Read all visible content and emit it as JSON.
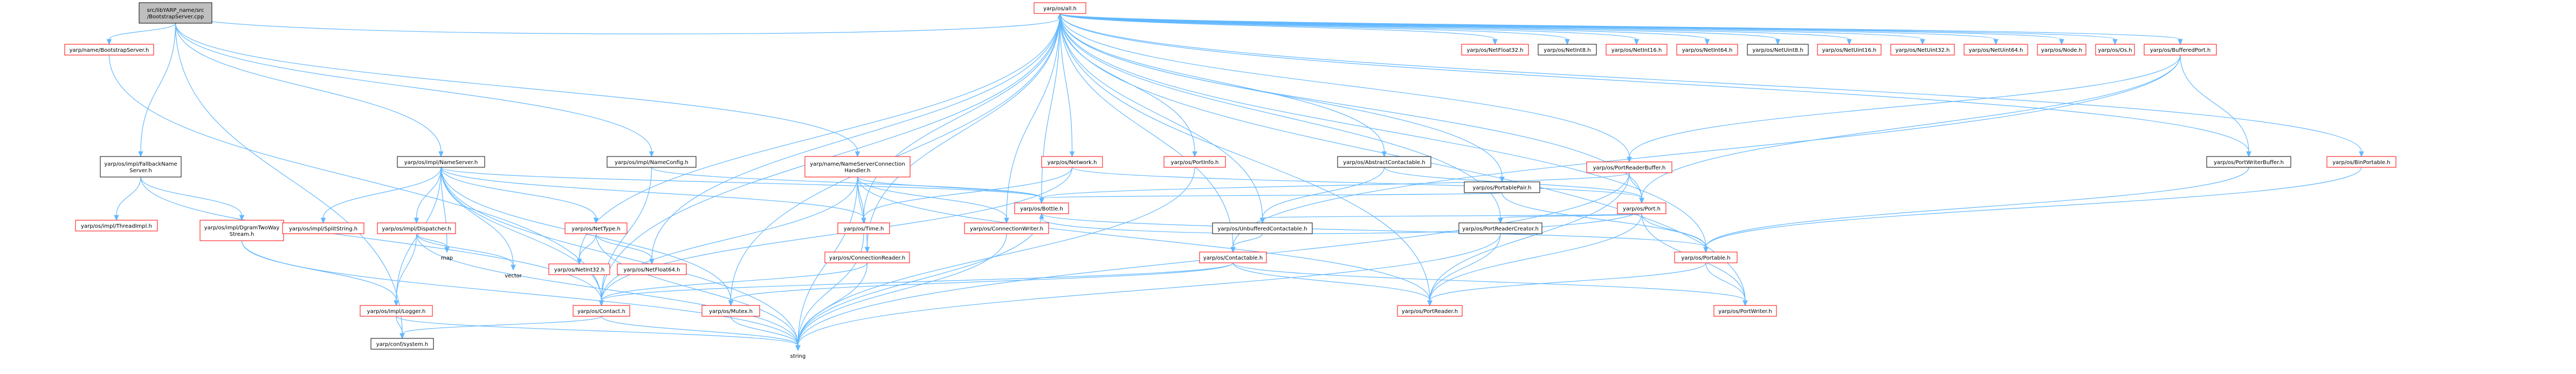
{
  "graph": {
    "nodes": [
      {
        "id": "root",
        "lines": [
          "src/libYARP_name/src",
          "/BootstrapServer.cpp"
        ],
        "style": "gray"
      },
      {
        "id": "all",
        "lines": [
          "yarp/os/all.h"
        ],
        "style": "red"
      },
      {
        "id": "bsserver",
        "lines": [
          "yarp/name/BootstrapServer.h"
        ],
        "style": "red"
      },
      {
        "id": "fallback",
        "lines": [
          "yarp/os/impl/FallbackName",
          "Server.h"
        ],
        "style": "black"
      },
      {
        "id": "nameserver",
        "lines": [
          "yarp/os/impl/NameServer.h"
        ],
        "style": "black"
      },
      {
        "id": "nameconfig",
        "lines": [
          "yarp/os/impl/NameConfig.h"
        ],
        "style": "black"
      },
      {
        "id": "nscmh",
        "lines": [
          "yarp/name/NameServerConnection",
          "Handler.h"
        ],
        "style": "red"
      },
      {
        "id": "network",
        "lines": [
          "yarp/os/Network.h"
        ],
        "style": "red"
      },
      {
        "id": "portinfo",
        "lines": [
          "yarp/os/PortInfo.h"
        ],
        "style": "red"
      },
      {
        "id": "absctb",
        "lines": [
          "yarp/os/AbstractContactable.h"
        ],
        "style": "black"
      },
      {
        "id": "netfloat32",
        "lines": [
          "yarp/os/NetFloat32.h"
        ],
        "style": "red"
      },
      {
        "id": "netint8",
        "lines": [
          "yarp/os/NetInt8.h"
        ],
        "style": "black"
      },
      {
        "id": "netint16",
        "lines": [
          "yarp/os/NetInt16.h"
        ],
        "style": "red"
      },
      {
        "id": "netint64",
        "lines": [
          "yarp/os/NetInt64.h"
        ],
        "style": "red"
      },
      {
        "id": "netuint8",
        "lines": [
          "yarp/os/NetUint8.h"
        ],
        "style": "black"
      },
      {
        "id": "netuint16",
        "lines": [
          "yarp/os/NetUint16.h"
        ],
        "style": "red"
      },
      {
        "id": "netuint32",
        "lines": [
          "yarp/os/NetUint32.h"
        ],
        "style": "red"
      },
      {
        "id": "netuint64",
        "lines": [
          "yarp/os/NetUint64.h"
        ],
        "style": "red"
      },
      {
        "id": "node",
        "lines": [
          "yarp/os/Node.h"
        ],
        "style": "red"
      },
      {
        "id": "os",
        "lines": [
          "yarp/os/Os.h"
        ],
        "style": "red"
      },
      {
        "id": "bufport",
        "lines": [
          "yarp/os/BufferedPort.h"
        ],
        "style": "red"
      },
      {
        "id": "prbuf",
        "lines": [
          "yarp/os/PortReaderBuffer.h"
        ],
        "style": "red"
      },
      {
        "id": "portablepair",
        "lines": [
          "yarp/os/PortablePair.h"
        ],
        "style": "black"
      },
      {
        "id": "port",
        "lines": [
          "yarp/os/Port.h"
        ],
        "style": "red"
      },
      {
        "id": "pwbuf",
        "lines": [
          "yarp/os/PortWriterBuffer.h"
        ],
        "style": "black"
      },
      {
        "id": "binportable",
        "lines": [
          "yarp/os/BinPortable.h"
        ],
        "style": "red"
      },
      {
        "id": "threadimpl",
        "lines": [
          "yarp/os/impl/ThreadImpl.h"
        ],
        "style": "red"
      },
      {
        "id": "dgramtw",
        "lines": [
          "yarp/os/impl/DgramTwoWay",
          "Stream.h"
        ],
        "style": "red"
      },
      {
        "id": "splitstring",
        "lines": [
          "yarp/os/impl/SplitString.h"
        ],
        "style": "red"
      },
      {
        "id": "dispatcher",
        "lines": [
          "yarp/os/impl/Dispatcher.h"
        ],
        "style": "red"
      },
      {
        "id": "nettype",
        "lines": [
          "yarp/os/NetType.h"
        ],
        "style": "red"
      },
      {
        "id": "time",
        "lines": [
          "yarp/os/Time.h"
        ],
        "style": "red"
      },
      {
        "id": "connwriter",
        "lines": [
          "yarp/os/ConnectionWriter.h"
        ],
        "style": "red"
      },
      {
        "id": "bottle",
        "lines": [
          "yarp/os/Bottle.h"
        ],
        "style": "red"
      },
      {
        "id": "unbuffctb",
        "lines": [
          "yarp/os/UnbufferedContactable.h"
        ],
        "style": "black"
      },
      {
        "id": "prcreator",
        "lines": [
          "yarp/os/PortReaderCreator.h"
        ],
        "style": "black"
      },
      {
        "id": "map",
        "lines": [
          "map"
        ],
        "style": "plain"
      },
      {
        "id": "vector",
        "lines": [
          "vector"
        ],
        "style": "plain"
      },
      {
        "id": "netint32",
        "lines": [
          "yarp/os/NetInt32.h"
        ],
        "style": "red"
      },
      {
        "id": "netfloat64",
        "lines": [
          "yarp/os/NetFloat64.h"
        ],
        "style": "red"
      },
      {
        "id": "connreader",
        "lines": [
          "yarp/os/ConnectionReader.h"
        ],
        "style": "red"
      },
      {
        "id": "contactable",
        "lines": [
          "yarp/os/Contactable.h"
        ],
        "style": "red"
      },
      {
        "id": "portable",
        "lines": [
          "yarp/os/Portable.h"
        ],
        "style": "red"
      },
      {
        "id": "logger",
        "lines": [
          "yarp/os/impl/Logger.h"
        ],
        "style": "red"
      },
      {
        "id": "contact",
        "lines": [
          "yarp/os/Contact.h"
        ],
        "style": "red"
      },
      {
        "id": "mutex",
        "lines": [
          "yarp/os/Mutex.h"
        ],
        "style": "red"
      },
      {
        "id": "portreader",
        "lines": [
          "yarp/os/PortReader.h"
        ],
        "style": "red"
      },
      {
        "id": "portwriter",
        "lines": [
          "yarp/os/PortWriter.h"
        ],
        "style": "red"
      },
      {
        "id": "yarpconfsys",
        "lines": [
          "yarp/conf/system.h"
        ],
        "style": "black"
      },
      {
        "id": "string",
        "lines": [
          "string"
        ],
        "style": "plain"
      }
    ],
    "edges": [
      [
        "root",
        "all"
      ],
      [
        "root",
        "bsserver"
      ],
      [
        "root",
        "fallback"
      ],
      [
        "root",
        "nameserver"
      ],
      [
        "root",
        "nameconfig"
      ],
      [
        "root",
        "nscmh"
      ],
      [
        "root",
        "yarpconfsys"
      ],
      [
        "bsserver",
        "contact"
      ],
      [
        "fallback",
        "threadimpl"
      ],
      [
        "fallback",
        "dgramtw"
      ],
      [
        "fallback",
        "contact"
      ],
      [
        "nameserver",
        "splitstring"
      ],
      [
        "nameserver",
        "dispatcher"
      ],
      [
        "nameserver",
        "nettype"
      ],
      [
        "nameserver",
        "time"
      ],
      [
        "nameserver",
        "bottle"
      ],
      [
        "nameserver",
        "map"
      ],
      [
        "nameserver",
        "vector"
      ],
      [
        "nameserver",
        "mutex"
      ],
      [
        "nameserver",
        "contact"
      ],
      [
        "nameserver",
        "logger"
      ],
      [
        "nameserver",
        "string"
      ],
      [
        "nameconfig",
        "bottle"
      ],
      [
        "nameconfig",
        "contact"
      ],
      [
        "nscmh",
        "time"
      ],
      [
        "nscmh",
        "connwriter"
      ],
      [
        "nscmh",
        "connreader"
      ],
      [
        "nscmh",
        "bottle"
      ],
      [
        "nscmh",
        "contact"
      ],
      [
        "nscmh",
        "portreader"
      ],
      [
        "nscmh",
        "string"
      ],
      [
        "all",
        "network"
      ],
      [
        "all",
        "portinfo"
      ],
      [
        "all",
        "absctb"
      ],
      [
        "all",
        "netfloat32"
      ],
      [
        "all",
        "netint8"
      ],
      [
        "all",
        "netint16"
      ],
      [
        "all",
        "netint64"
      ],
      [
        "all",
        "netuint8"
      ],
      [
        "all",
        "netuint16"
      ],
      [
        "all",
        "netuint32"
      ],
      [
        "all",
        "netuint64"
      ],
      [
        "all",
        "node"
      ],
      [
        "all",
        "os"
      ],
      [
        "all",
        "bufport"
      ],
      [
        "all",
        "prbuf"
      ],
      [
        "all",
        "portablepair"
      ],
      [
        "all",
        "port"
      ],
      [
        "all",
        "pwbuf"
      ],
      [
        "all",
        "binportable"
      ],
      [
        "all",
        "time"
      ],
      [
        "all",
        "connwriter"
      ],
      [
        "all",
        "bottle"
      ],
      [
        "all",
        "unbuffctb"
      ],
      [
        "all",
        "prcreator"
      ],
      [
        "all",
        "netint32"
      ],
      [
        "all",
        "netfloat64"
      ],
      [
        "all",
        "connreader"
      ],
      [
        "all",
        "contactable"
      ],
      [
        "all",
        "portable"
      ],
      [
        "all",
        "contact"
      ],
      [
        "all",
        "mutex"
      ],
      [
        "all",
        "portreader"
      ],
      [
        "all",
        "portwriter"
      ],
      [
        "network",
        "time"
      ],
      [
        "network",
        "contact"
      ],
      [
        "network",
        "port"
      ],
      [
        "portinfo",
        "string"
      ],
      [
        "absctb",
        "unbuffctb"
      ],
      [
        "absctb",
        "port"
      ],
      [
        "bufport",
        "prbuf"
      ],
      [
        "bufport",
        "pwbuf"
      ],
      [
        "bufport",
        "port"
      ],
      [
        "bufport",
        "contactable"
      ],
      [
        "prbuf",
        "portreader"
      ],
      [
        "prbuf",
        "bottle"
      ],
      [
        "prbuf",
        "port"
      ],
      [
        "prbuf",
        "string"
      ],
      [
        "portablepair",
        "portable"
      ],
      [
        "portablepair",
        "bottle"
      ],
      [
        "port",
        "unbuffctb"
      ],
      [
        "port",
        "prcreator"
      ],
      [
        "port",
        "portable"
      ],
      [
        "port",
        "portreader"
      ],
      [
        "port",
        "portwriter"
      ],
      [
        "port",
        "bottle"
      ],
      [
        "pwbuf",
        "portable"
      ],
      [
        "binportable",
        "portable"
      ],
      [
        "dgramtw",
        "logger"
      ],
      [
        "dgramtw",
        "string"
      ],
      [
        "dispatcher",
        "map"
      ],
      [
        "dispatcher",
        "vector"
      ],
      [
        "dispatcher",
        "logger"
      ],
      [
        "dispatcher",
        "string"
      ],
      [
        "nettype",
        "netint32"
      ],
      [
        "nettype",
        "netfloat64"
      ],
      [
        "nettype",
        "string"
      ],
      [
        "time",
        "string"
      ],
      [
        "connwriter",
        "string"
      ],
      [
        "bottle",
        "portable"
      ],
      [
        "bottle",
        "string"
      ],
      [
        "unbuffctb",
        "contactable"
      ],
      [
        "prcreator",
        "portreader"
      ],
      [
        "prcreator",
        "string"
      ],
      [
        "connreader",
        "contact"
      ],
      [
        "connreader",
        "string"
      ],
      [
        "contactable",
        "contact"
      ],
      [
        "contactable",
        "mutex"
      ],
      [
        "contactable",
        "portreader"
      ],
      [
        "contactable",
        "portwriter"
      ],
      [
        "portable",
        "portreader"
      ],
      [
        "portable",
        "portwriter"
      ],
      [
        "logger",
        "yarpconfsys"
      ],
      [
        "logger",
        "string"
      ],
      [
        "contact",
        "yarpconfsys"
      ],
      [
        "contact",
        "string"
      ],
      [
        "mutex",
        "string"
      ]
    ]
  }
}
